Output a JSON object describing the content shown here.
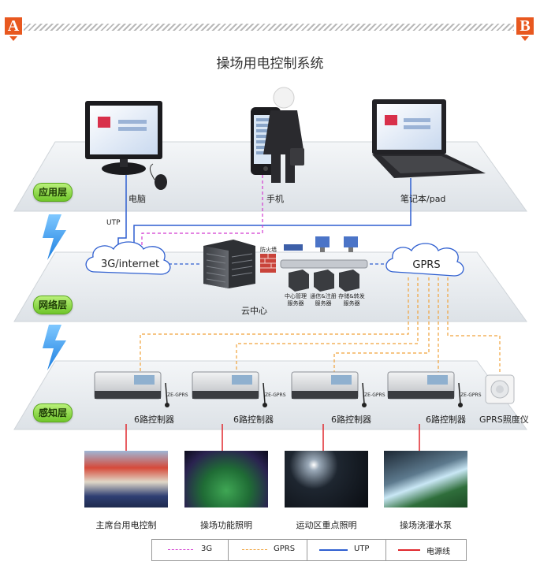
{
  "markers": {
    "left": "A",
    "right": "B"
  },
  "title": "操场用电控制系统",
  "layers": {
    "application": "应用层",
    "network": "网络层",
    "sensing": "感知层"
  },
  "devices": {
    "computer": "电脑",
    "phone": "手机",
    "laptop": "笔记本/pad"
  },
  "network": {
    "utp_label": "UTP",
    "cloud_internet": "3G/internet",
    "cloud_gprs": "GPRS",
    "firewall": "防火墙",
    "cloud_center": "云中心",
    "servers": [
      "中心管理服务器",
      "通信&注册服务器",
      "存储&转发服务器"
    ]
  },
  "controllers": {
    "label": "6路控制器",
    "module": "ZE-GPRS",
    "sensor": "GPRS照度仪"
  },
  "scenes": [
    "主席台用电控制",
    "操场功能照明",
    "运动区重点照明",
    "操场浇灌水泵"
  ],
  "legend": [
    {
      "label": "3G",
      "color": "#d23bd1",
      "style": "dashed"
    },
    {
      "label": "GPRS",
      "color": "#f0a23a",
      "style": "dashed"
    },
    {
      "label": "UTP",
      "color": "#2f5fd0",
      "style": "solid"
    },
    {
      "label": "电源线",
      "color": "#e0282d",
      "style": "solid"
    }
  ],
  "colors": {
    "marker": "#e8581f",
    "badge": "#7ccf35",
    "utp": "#2f5fd0",
    "gprs": "#f0a23a",
    "g3": "#d23bd1",
    "power": "#e0282d"
  }
}
